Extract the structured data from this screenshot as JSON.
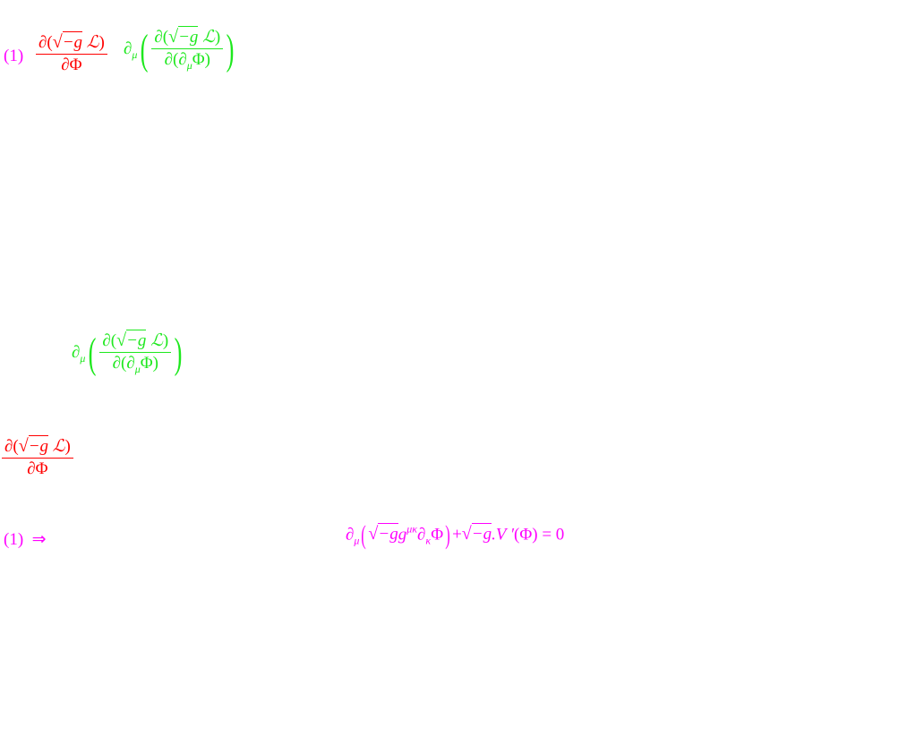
{
  "eq_label": "(1)",
  "implies": "⇒",
  "partial": "∂",
  "sqrt": "√",
  "minus_g": "−g",
  "lagrangian": "ℒ",
  "phi": "Φ",
  "mu": "μ",
  "kappa": "κ",
  "mukappa": "μκ",
  "g": "g",
  "lparen": "(",
  "rparen": ")",
  "plus": "+",
  "V_prime": ".V ′",
  "equals_zero": "= 0",
  "colors": {
    "label": "#ff00ff",
    "red": "#ff0000",
    "green": "#1ee81e"
  }
}
